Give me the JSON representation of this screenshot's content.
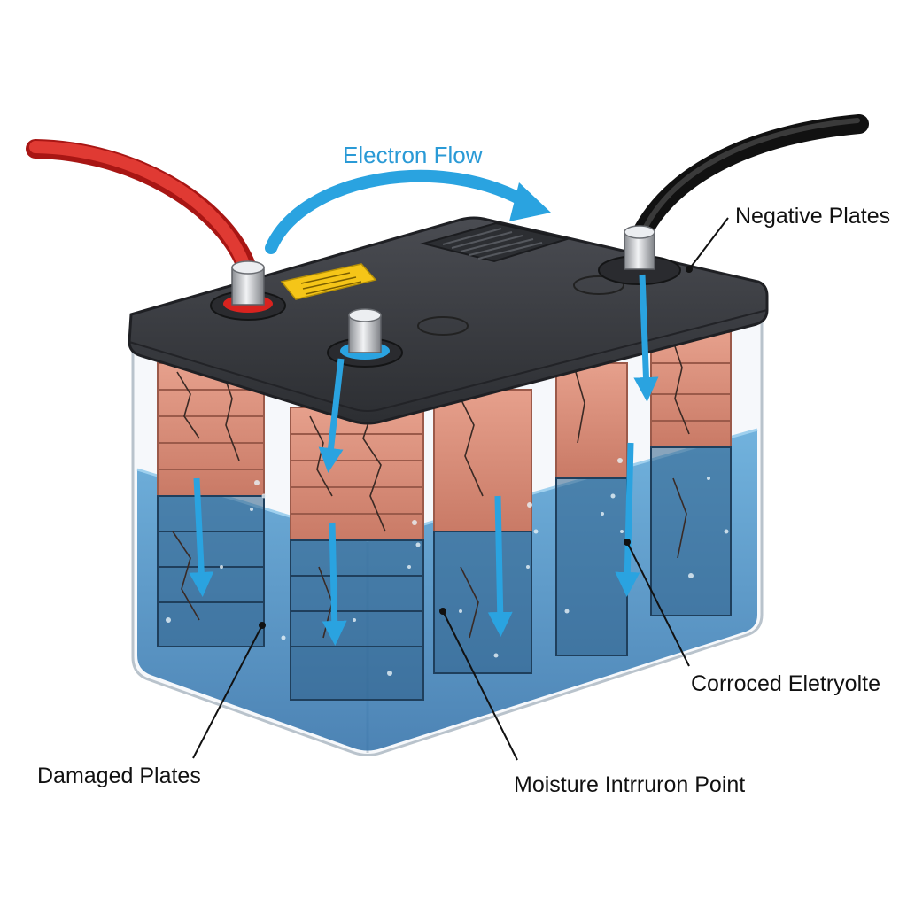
{
  "diagram": {
    "labels": {
      "electron_flow": "Electron Flow",
      "negative_plates": "Negative Plates",
      "corroded_electrolyte": "Corroced Eletryolte",
      "damaged_plates": "Damaged Plates",
      "moisture_intrusion": "Moisture Intrruron Point"
    },
    "colors": {
      "positive_cable": "#d8231f",
      "negative_cable": "#1e1e1e",
      "lid": "#3b3d42",
      "plates": "#d98b78",
      "electrolyte": "#3f86c2",
      "flow_arrow": "#2aa3e0",
      "warning_label": "#f5c518"
    },
    "icons": [
      "positive-terminal-icon",
      "negative-terminal-icon",
      "warning-label-icon",
      "vent-grille-icon",
      "electron-flow-arrow-icon"
    ]
  }
}
